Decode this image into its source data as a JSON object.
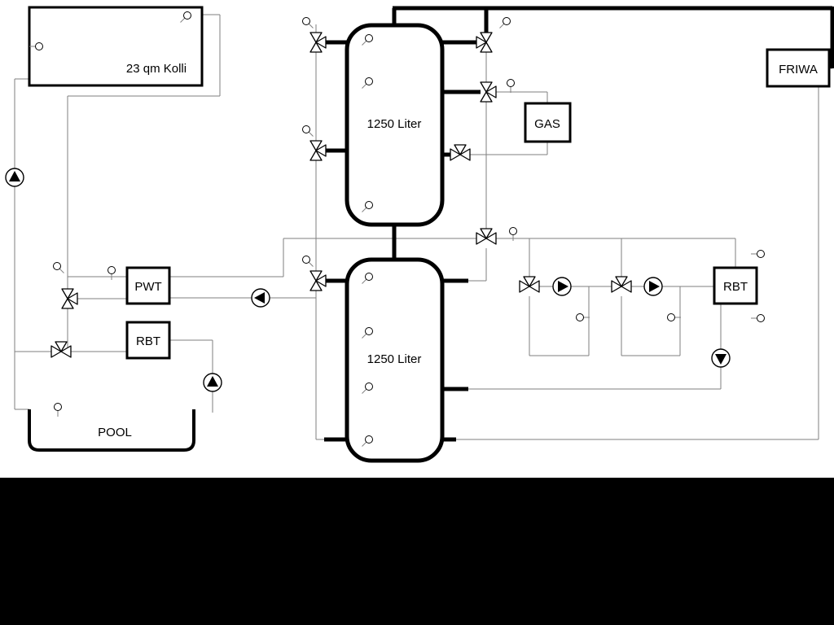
{
  "diagram": {
    "boxes": {
      "collector": {
        "label": "23 qm Kolli"
      },
      "tank_top": {
        "label": "1250 Liter"
      },
      "tank_bottom": {
        "label": "1250 Liter"
      },
      "pwt": {
        "label": "PWT"
      },
      "rbt_left": {
        "label": "RBT"
      },
      "gas": {
        "label": "GAS"
      },
      "friwa": {
        "label": "FRIWA"
      },
      "rbt_right": {
        "label": "RBT"
      },
      "pool": {
        "label": "POOL"
      }
    },
    "colors": {
      "background": "#ffffff",
      "pipe_thin": "#7f7f7f",
      "pipe_thick": "#000000",
      "component_stroke": "#000000",
      "component_fill": "#ffffff",
      "bottom_bar": "#000000"
    }
  }
}
